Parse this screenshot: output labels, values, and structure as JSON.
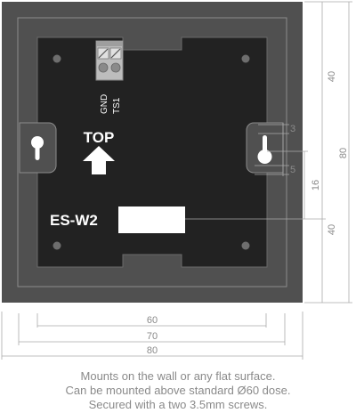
{
  "device": {
    "model_label": "ES-W2",
    "orientation_label": "TOP",
    "terminal_labels": [
      "GND",
      "TS1"
    ]
  },
  "dimensions": {
    "right_total_height": "80",
    "right_upper_span": "40",
    "right_lower_span": "40",
    "keyhole_width": "3",
    "keyhole_offset": "5",
    "slot_offset": "16",
    "bottom_hole_spacing": "60",
    "bottom_inner_width": "70",
    "bottom_total_width": "80"
  },
  "caption": {
    "line1": "Mounts on the wall or any flat surface.",
    "line2": "Can be mounted above standard Ø60 dose.",
    "line3": "Secured with a two 3.5mm screws."
  },
  "colors": {
    "outer_frame": "#505050",
    "inner_plate": "#222222",
    "dimension_lines": "#aaaaaa"
  }
}
